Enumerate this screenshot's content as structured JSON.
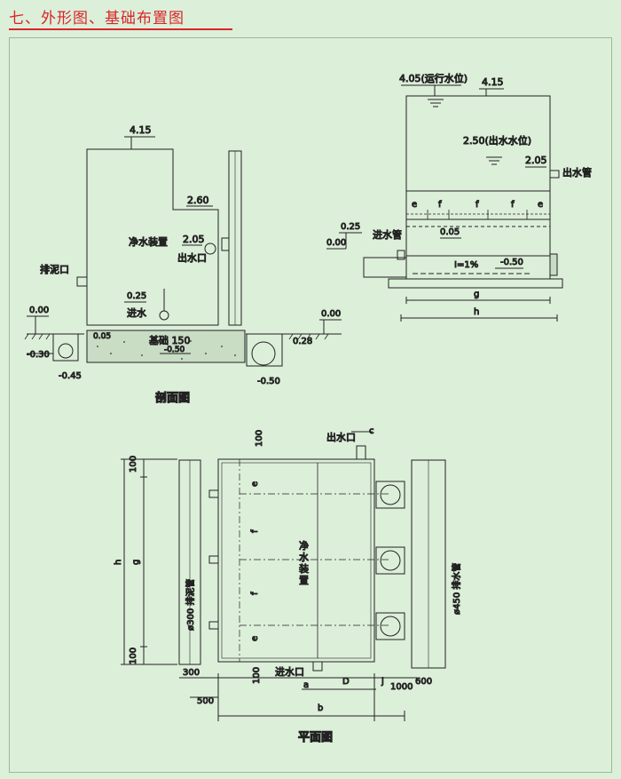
{
  "header": {
    "title": "七、外形图、基础布置图"
  },
  "section_view": {
    "caption": "剖面图",
    "labels": {
      "top_elev": "4.15",
      "elev_260": "2.60",
      "elev_205": "2.05",
      "outlet": "出水口",
      "device": "净水装置",
      "sludge_outlet": "排泥口",
      "elev_000_left": "0.00",
      "elev_000_right": "0.00",
      "elev_025": "0.25",
      "inlet": "进水",
      "elev_005": "0.05",
      "foundation": "基础 150",
      "elev_neg050_mid": "-0.50",
      "elev_neg030": "-0.30",
      "elev_neg045": "-0.45",
      "elev_028": "0.28",
      "elev_neg050_right": "-0.50"
    }
  },
  "elevation_view": {
    "labels": {
      "run_level": "4.05(运行水位)",
      "top_elev": "4.15",
      "out_level": "2.50(出水水位)",
      "elev_205": "2.05",
      "out_pipe": "出水管",
      "dim_e1": "e",
      "dim_f1": "f",
      "dim_f2": "f",
      "dim_f3": "f",
      "dim_e2": "e",
      "elev_025": "0.25",
      "in_pipe": "进水管",
      "elev_000": "0.00",
      "elev_005": "0.05",
      "slope": "I=1%",
      "elev_neg050": "-0.50",
      "dim_g": "g",
      "dim_h": "h"
    }
  },
  "plan_view": {
    "caption": "平面图",
    "labels": {
      "dim_100_top": "100",
      "outlet_port": "出水口",
      "dim_c": "c",
      "dim_100_left_top": "100",
      "dim_h": "h",
      "dim_g": "g",
      "dim_100_left_bottom": "100",
      "dim_e_top": "e",
      "dim_f_1": "f",
      "dim_f_2": "f",
      "dim_e_bottom": "e",
      "device_v1": "净",
      "device_v2": "水",
      "device_v3": "装",
      "device_v4": "置",
      "sludge_pipe": "ø300 排泥管",
      "drain_pipe": "ø450 排水管",
      "dim_300": "300",
      "dim_100_bottom": "100",
      "inlet_port": "进水口",
      "dim_a": "a",
      "dim_D": "D",
      "dim_j": "j",
      "dim_1000": "1000",
      "dim_600": "600",
      "dim_500": "500",
      "dim_b": "b"
    }
  },
  "colors": {
    "background": "#dcefd9",
    "accent": "#d8262a",
    "line": "#222222"
  }
}
